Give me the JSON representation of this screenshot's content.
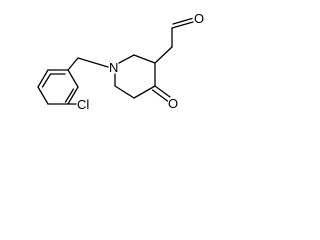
{
  "molecule": {
    "atom_labels": {
      "nitrogen": "N",
      "chlorine": "Cl",
      "ketone_oxygen": "O",
      "aldehyde_oxygen": "O"
    }
  }
}
